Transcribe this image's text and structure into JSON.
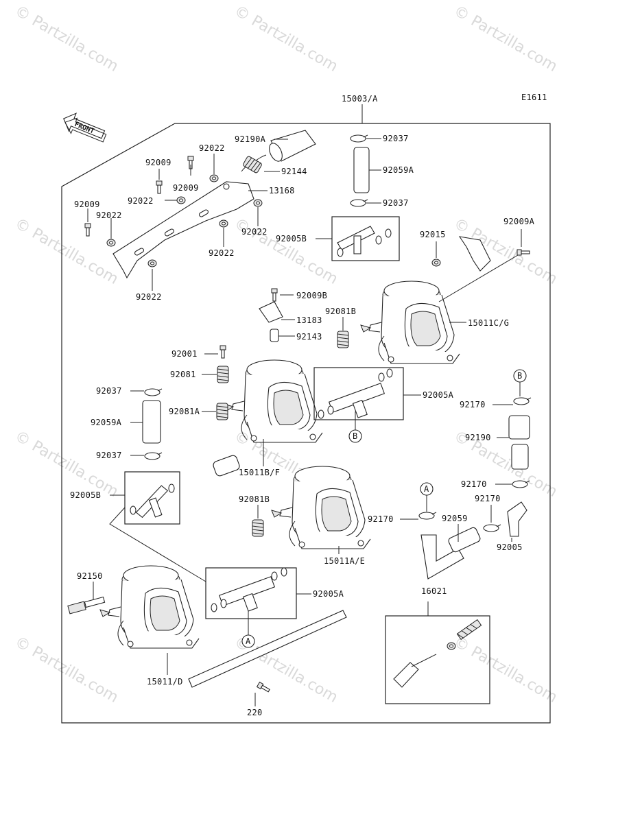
{
  "diagram": {
    "code": "E1611",
    "front_label": "FRONT",
    "assembly_label": "15003/A",
    "watermark": "© Partzilla.com",
    "labels": {
      "p92190A": "92190A",
      "p92144": "92144",
      "p13168": "13168",
      "p92022_a": "92022",
      "p92009_a": "92009",
      "p92009_b": "92009",
      "p92022_b": "92022",
      "p92009_c": "92009",
      "p92022_c": "92022",
      "p92022_d": "92022",
      "p92022_e": "92022",
      "p92022_f": "92022",
      "p92037_a": "92037",
      "p92059A_a": "92059A",
      "p92037_b": "92037",
      "p92005B_a": "92005B",
      "p92015": "92015",
      "p92009A": "92009A",
      "p92009B": "92009B",
      "p13183": "13183",
      "p92081B_a": "92081B",
      "p92143": "92143",
      "p15011CG": "15011C/G",
      "p92001": "92001",
      "p92081_a": "92081",
      "p92037_c": "92037",
      "p92081A": "92081A",
      "p92059A_b": "92059A",
      "p92005A_a": "92005A",
      "p92170_a": "92170",
      "p92190": "92190",
      "p92037_d": "92037",
      "p15011BF": "15011B/F",
      "p92005B_b": "92005B",
      "p92081B_b": "92081B",
      "p92170_b": "92170",
      "p92170_c": "92170",
      "p92170_d": "92170",
      "p92059": "92059",
      "p92005": "92005",
      "p15011AE": "15011A/E",
      "p92150": "92150",
      "p92005A_b": "92005A",
      "p16021": "16021",
      "p15011D": "15011/D",
      "p220": "220",
      "callout_A1": "A",
      "callout_A2": "A",
      "callout_B1": "B",
      "callout_B2": "B"
    }
  }
}
